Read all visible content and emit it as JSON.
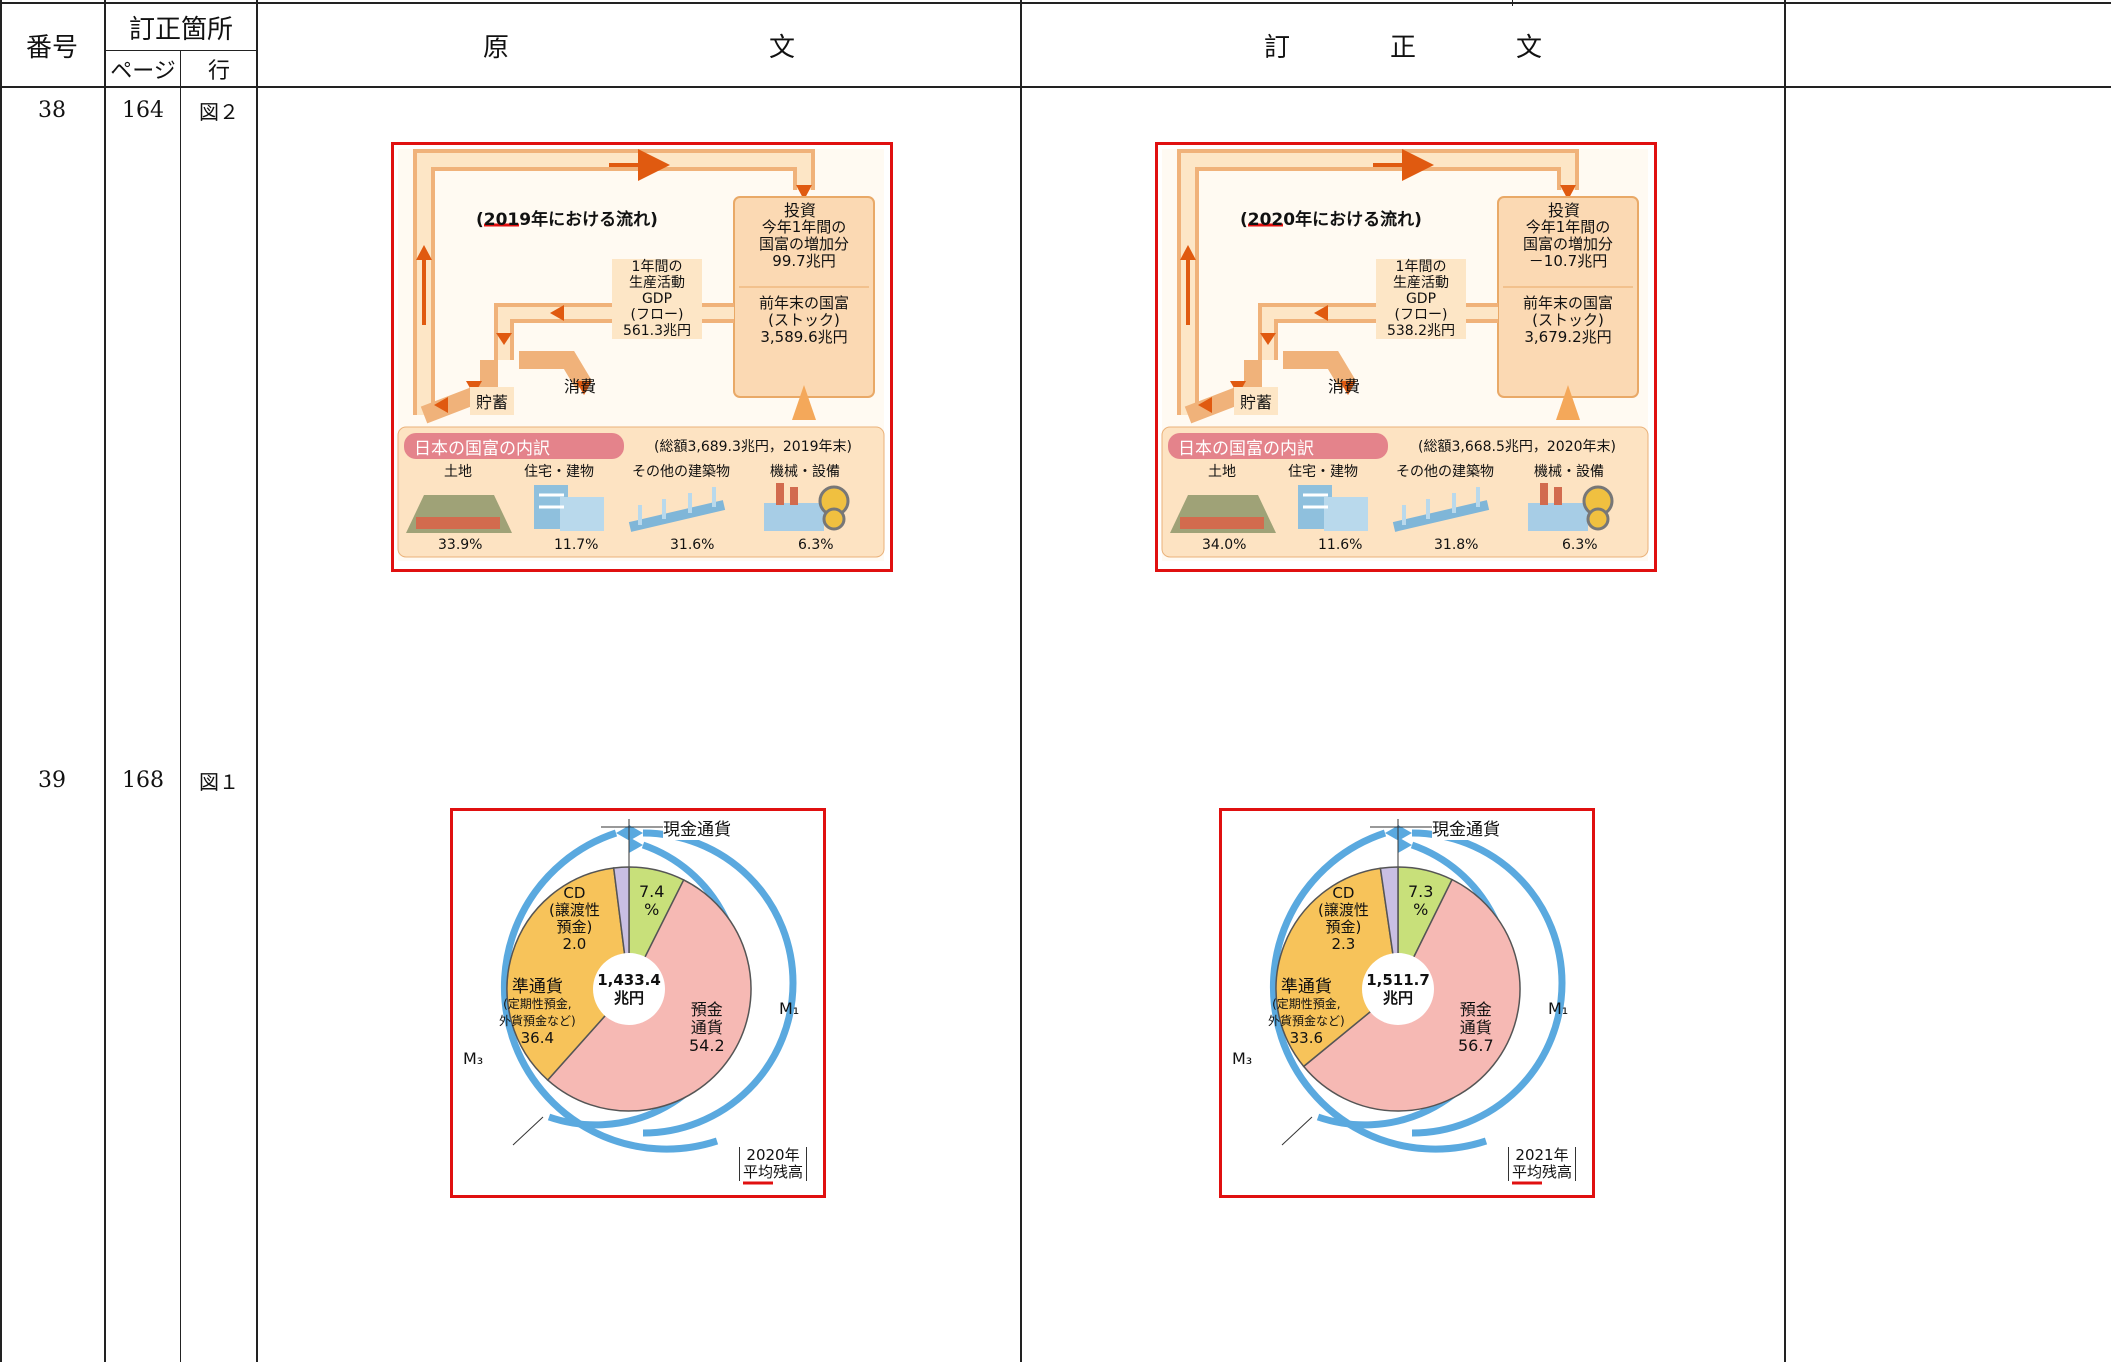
{
  "header": {
    "number": "番号",
    "location": "訂正箇所",
    "page": "ページ",
    "line": "行",
    "original_chars": [
      "原",
      "文"
    ],
    "corrected_chars": [
      "訂",
      "正",
      "文"
    ]
  },
  "rows": [
    {
      "number": "38",
      "page": "164",
      "line": "図２",
      "original": {
        "title": "(2019年における流れ)",
        "invest": "投資",
        "increase_1": "今年1年間の",
        "increase_2": "国富の増加分",
        "increase_value": "99.7兆円",
        "gdp_1": "1年間の",
        "gdp_2": "生産活動",
        "gdp_3": "GDP",
        "gdp_4": "(フロー)",
        "gdp_value": "561.3兆円",
        "stock_1": "前年末の国富",
        "stock_2": "(ストック)",
        "stock_value": "3,589.6兆円",
        "savings": "貯蓄",
        "consumption": "消費",
        "breakdown_title": "日本の国富の内訳",
        "breakdown_total": "(総額3,689.3兆円，2019年末)",
        "categories": [
          "土地",
          "住宅・建物",
          "その他の建築物",
          "機械・設備"
        ],
        "shares": [
          "33.9%",
          "11.7%",
          "31.6%",
          "6.3%"
        ]
      },
      "corrected": {
        "title": "(2020年における流れ)",
        "invest": "投資",
        "increase_1": "今年1年間の",
        "increase_2": "国富の増加分",
        "increase_value": "－10.7兆円",
        "gdp_1": "1年間の",
        "gdp_2": "生産活動",
        "gdp_3": "GDP",
        "gdp_4": "(フロー)",
        "gdp_value": "538.2兆円",
        "stock_1": "前年末の国富",
        "stock_2": "(ストック)",
        "stock_value": "3,679.2兆円",
        "savings": "貯蓄",
        "consumption": "消費",
        "breakdown_title": "日本の国富の内訳",
        "breakdown_total": "(総額3,668.5兆円，2020年末)",
        "categories": [
          "土地",
          "住宅・建物",
          "その他の建築物",
          "機械・設備"
        ],
        "shares": [
          "34.0%",
          "11.6%",
          "31.8%",
          "6.3%"
        ]
      }
    },
    {
      "number": "39",
      "page": "168",
      "line": "図１",
      "original": {
        "cash_label": "現金通貨",
        "cash_value": "7.4",
        "percent": "%",
        "cd_1": "CD",
        "cd_2": "(譲渡性",
        "cd_3": "預金)",
        "cd_value": "2.0",
        "quasi_1": "準通貨",
        "quasi_2": "(定期性預金,",
        "quasi_3": "外貨預金など)",
        "quasi_value": "36.4",
        "deposit_1": "預金",
        "deposit_2": "通貨",
        "deposit_value": "54.2",
        "total_value": "1,433.4",
        "total_unit": "兆円",
        "m1": "M₁",
        "m3": "M₃",
        "year": "2020年",
        "avg": "平均残高",
        "pie": [
          {
            "name": "現金通貨",
            "value": 7.4,
            "color": "#c8e07a"
          },
          {
            "name": "預金通貨",
            "value": 54.2,
            "color": "#f6b9b4"
          },
          {
            "name": "準通貨",
            "value": 36.4,
            "color": "#f7c35a"
          },
          {
            "name": "CD(譲渡性預金)",
            "value": 2.0,
            "color": "#c9bfe3"
          }
        ]
      },
      "corrected": {
        "cash_label": "現金通貨",
        "cash_value": "7.3",
        "percent": "%",
        "cd_1": "CD",
        "cd_2": "(譲渡性",
        "cd_3": "預金)",
        "cd_value": "2.3",
        "quasi_1": "準通貨",
        "quasi_2": "(定期性預金,",
        "quasi_3": "外貨預金など)",
        "quasi_value": "33.6",
        "deposit_1": "預金",
        "deposit_2": "通貨",
        "deposit_value": "56.7",
        "total_value": "1,511.7",
        "total_unit": "兆円",
        "m1": "M₁",
        "m3": "M₃",
        "year": "2021年",
        "avg": "平均残高",
        "pie": [
          {
            "name": "現金通貨",
            "value": 7.3,
            "color": "#c8e07a"
          },
          {
            "name": "預金通貨",
            "value": 56.7,
            "color": "#f6b9b4"
          },
          {
            "name": "準通貨",
            "value": 33.6,
            "color": "#f7c35a"
          },
          {
            "name": "CD(譲渡性預金)",
            "value": 2.3,
            "color": "#c9bfe3"
          }
        ]
      }
    }
  ]
}
